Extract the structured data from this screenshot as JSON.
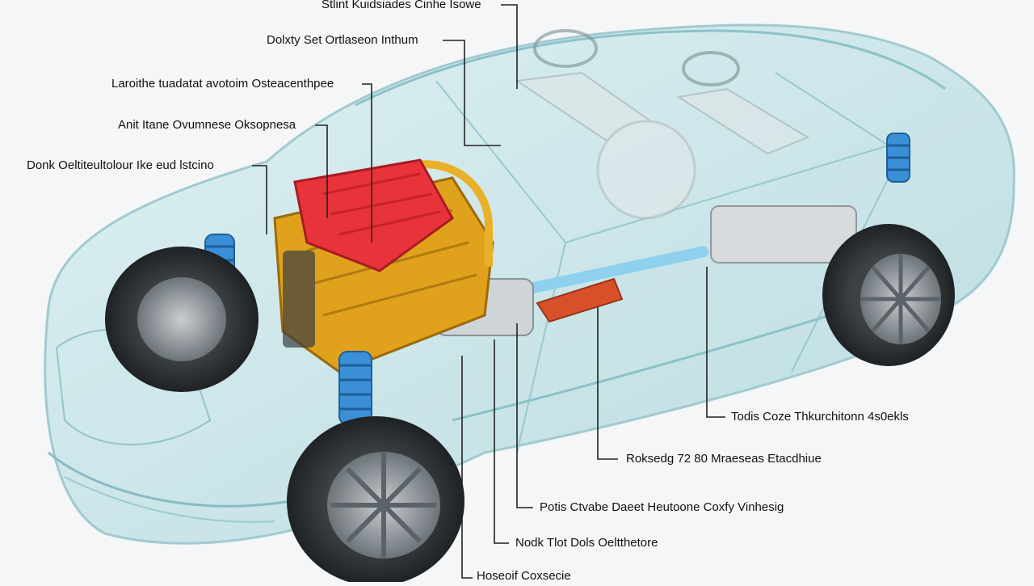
{
  "diagram": {
    "labels_left": [
      {
        "id": "label-top",
        "text": "Stlint Kuidsiades Cinhe Isowe"
      },
      {
        "id": "label-left-1",
        "text": "Dolxty Set Ortlaseon Inthum"
      },
      {
        "id": "label-left-2",
        "text": "Laroithe tuadatat avotoim Osteacenthpee"
      },
      {
        "id": "label-left-3",
        "text": "Anit Itane Ovumnese Oksopnesa"
      },
      {
        "id": "label-left-4",
        "text": "Donk Oeltiteultolour Ike eud lstcino"
      }
    ],
    "labels_right": [
      {
        "id": "label-right-1",
        "text": "Todis Coze Thkurchitonn 4s0ekls"
      },
      {
        "id": "label-right-2",
        "text": "Roksedg 72 80 Mraeseas Etacdhiue"
      },
      {
        "id": "label-right-3",
        "text": "Potis Ctvabe Daeet Heutoone Coxfy Vinhesig"
      },
      {
        "id": "label-right-4",
        "text": "Nodk Tlot Dols Oeltthetore"
      },
      {
        "id": "label-bottom",
        "text": "Hoseoif Coxsecie"
      }
    ],
    "colors": {
      "body": "#bfe3e6",
      "body_edge": "#7fb9c2",
      "engine_cover": "#e8333a",
      "engine_block": "#e0a21c",
      "spring": "#3a8fd6",
      "exhaust": "#d8502a",
      "tire": "#2f3336",
      "rim": "#8a9096",
      "leader": "#222222"
    }
  }
}
